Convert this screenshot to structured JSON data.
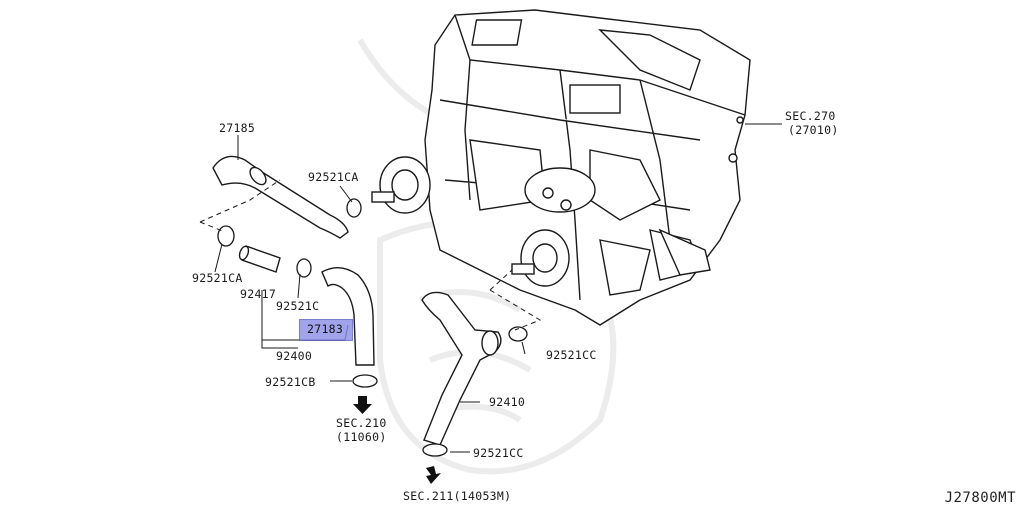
{
  "parts": {
    "p27185": "27185",
    "p92521ca_top": "92521CA",
    "p92521ca_left": "92521CA",
    "p92417": "92417",
    "p92521c": "92521C",
    "p27183": "27183",
    "p92400": "92400",
    "p92521cb": "92521CB",
    "p92521cc_mid": "92521CC",
    "p92410": "92410",
    "p92521cc_bot": "92521CC"
  },
  "sections": {
    "sec270": "SEC.270",
    "sec270_code": "(27010)",
    "sec210": "SEC.210",
    "sec210_code": "(11060)",
    "sec211": "SEC.211(14053M)"
  },
  "diagram_ref": "J27800MT",
  "colors": {
    "highlight": "#8a8ee6",
    "line": "#1a1a1a",
    "watermark": "#eeeeee"
  }
}
